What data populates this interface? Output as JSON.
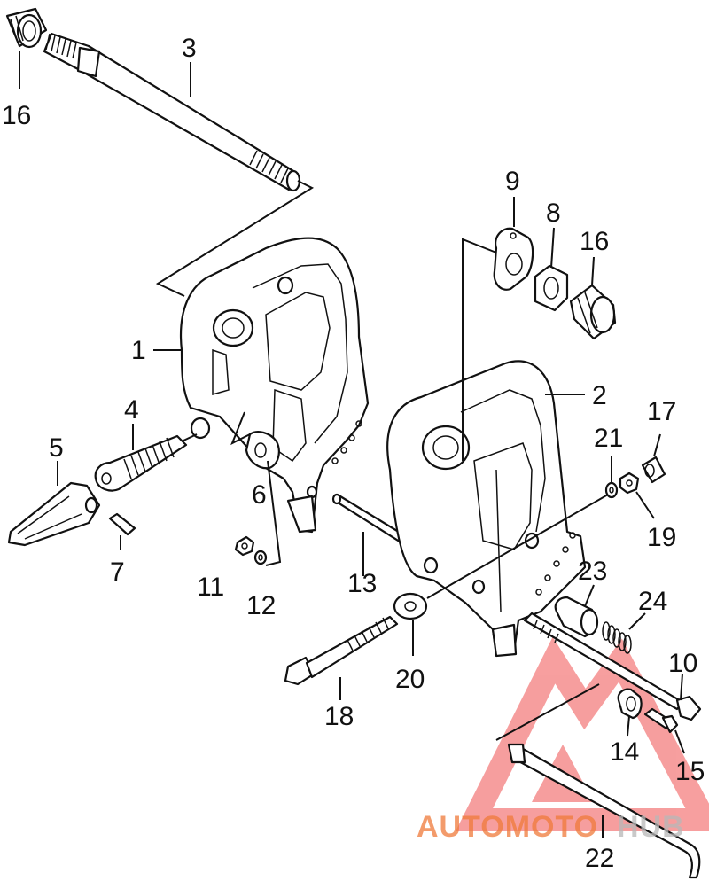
{
  "diagram": {
    "callouts": {
      "c1": "1",
      "c2": "2",
      "c3": "3",
      "c4": "4",
      "c5": "5",
      "c6": "6",
      "c7": "7",
      "c8": "8",
      "c9": "9",
      "c10": "10",
      "c11": "11",
      "c12": "12",
      "c13": "13",
      "c14": "14",
      "c15": "15",
      "c16a": "16",
      "c16b": "16",
      "c17": "17",
      "c18": "18",
      "c19": "19",
      "c20": "20",
      "c21": "21",
      "c22": "22",
      "c23": "23",
      "c24": "24"
    }
  },
  "watermark": {
    "part1": "AUTOMOTO",
    "part2": "HUB",
    "color_primary": "#f07a3a",
    "color_secondary": "#b8b8b8",
    "logo_color": "#f05050"
  }
}
